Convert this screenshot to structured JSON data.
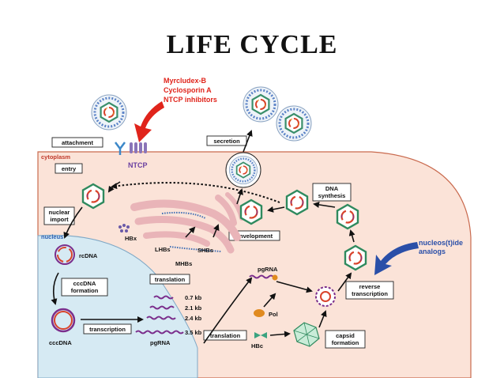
{
  "title": "LIFE CYCLE",
  "inhibitors": {
    "myrcludex": "Myrcludex-B",
    "cyclosporin": "Cyclosporin A",
    "ntcp_inh": "NTCP inhibitors",
    "color": "#e0241b"
  },
  "nucleos_analogs": {
    "line1": "nucleos(t)ide",
    "line2": "analogs",
    "color": "#2a4fa8"
  },
  "regions": {
    "cytoplasm": "cytoplasm",
    "nucleus": "nucleus",
    "cytoplasm_label_color": "#c0392b",
    "nucleus_label_color": "#2a5db0"
  },
  "receptor": "NTCP",
  "steps": {
    "attachment": "attachment",
    "entry": "entry",
    "nuclear_1": "nuclear",
    "nuclear_2": "import",
    "secretion": "secretion",
    "dna_1": "DNA",
    "dna_2": "synthesis",
    "envelopment": "envelopment",
    "translation_nuc": "translation",
    "cccdna_1": "cccDNA",
    "cccdna_2": "formation",
    "transcription": "transcription",
    "translation_cyt": "translation",
    "reverse_1": "reverse",
    "reverse_2": "transcription",
    "capsid_1": "capsid",
    "capsid_2": "formation"
  },
  "molecules": {
    "hbx": "HBx",
    "lhbs": "LHBs",
    "shbs": "SHBs",
    "mhbs": "MHBs",
    "rcdna": "rcDNA",
    "cccdna": "cccDNA",
    "pgrna_nuc": "pgRNA",
    "pgrna_cyt": "pgRNA",
    "pol": "Pol",
    "hbc": "HBc"
  },
  "transcripts": [
    "0.7 kb",
    "2.1 kb",
    "2.4 kb",
    "3.5 kb"
  ]
}
